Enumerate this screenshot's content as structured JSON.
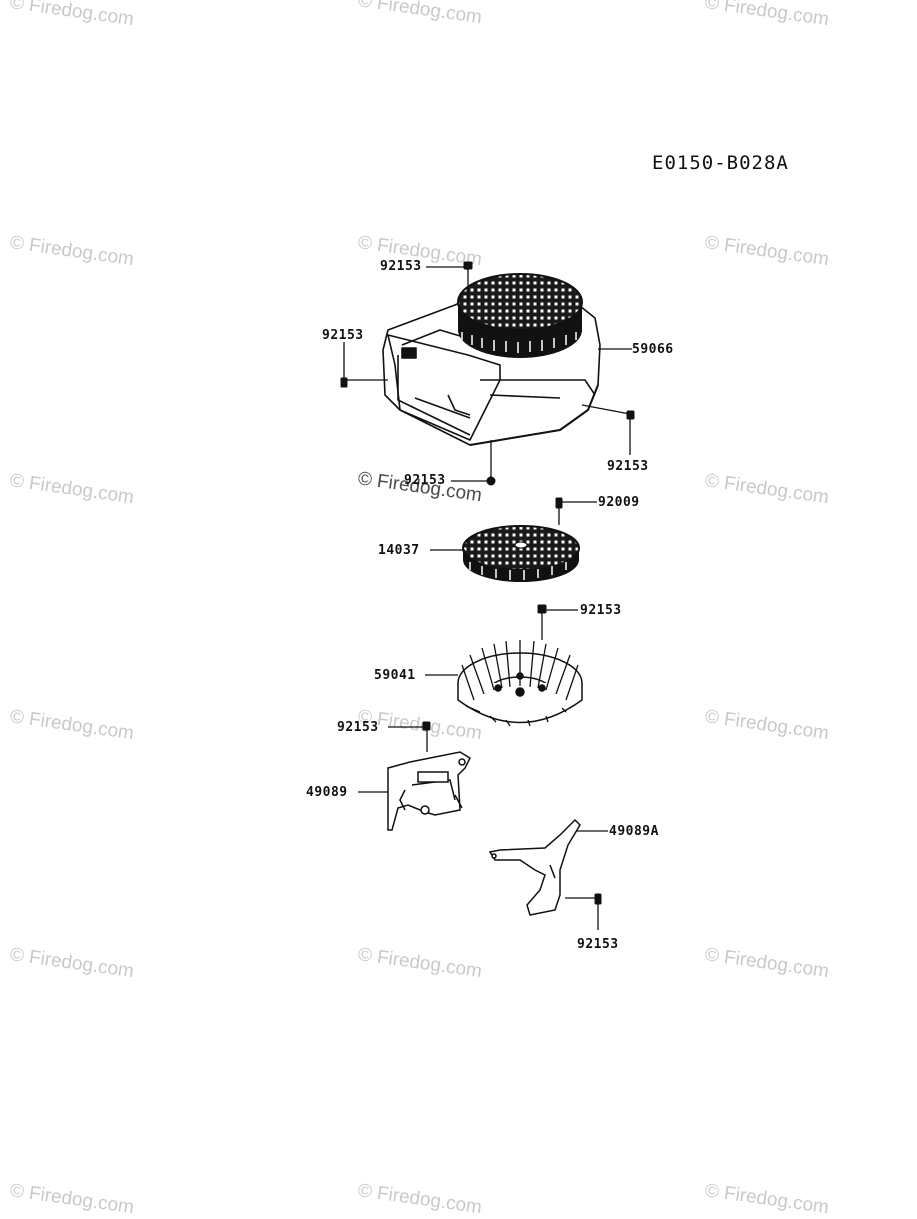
{
  "diagram_code": "E0150-B028A",
  "watermark": "© Firedog.com",
  "callouts": {
    "c1": "92153",
    "c2": "92153",
    "c3": "59066",
    "c4": "92153",
    "c5": "92153",
    "c6": "92009",
    "c7": "14037",
    "c8": "92153",
    "c9": "59041",
    "c10": "92153",
    "c11": "49089",
    "c12": "49089A",
    "c13": "92153"
  }
}
